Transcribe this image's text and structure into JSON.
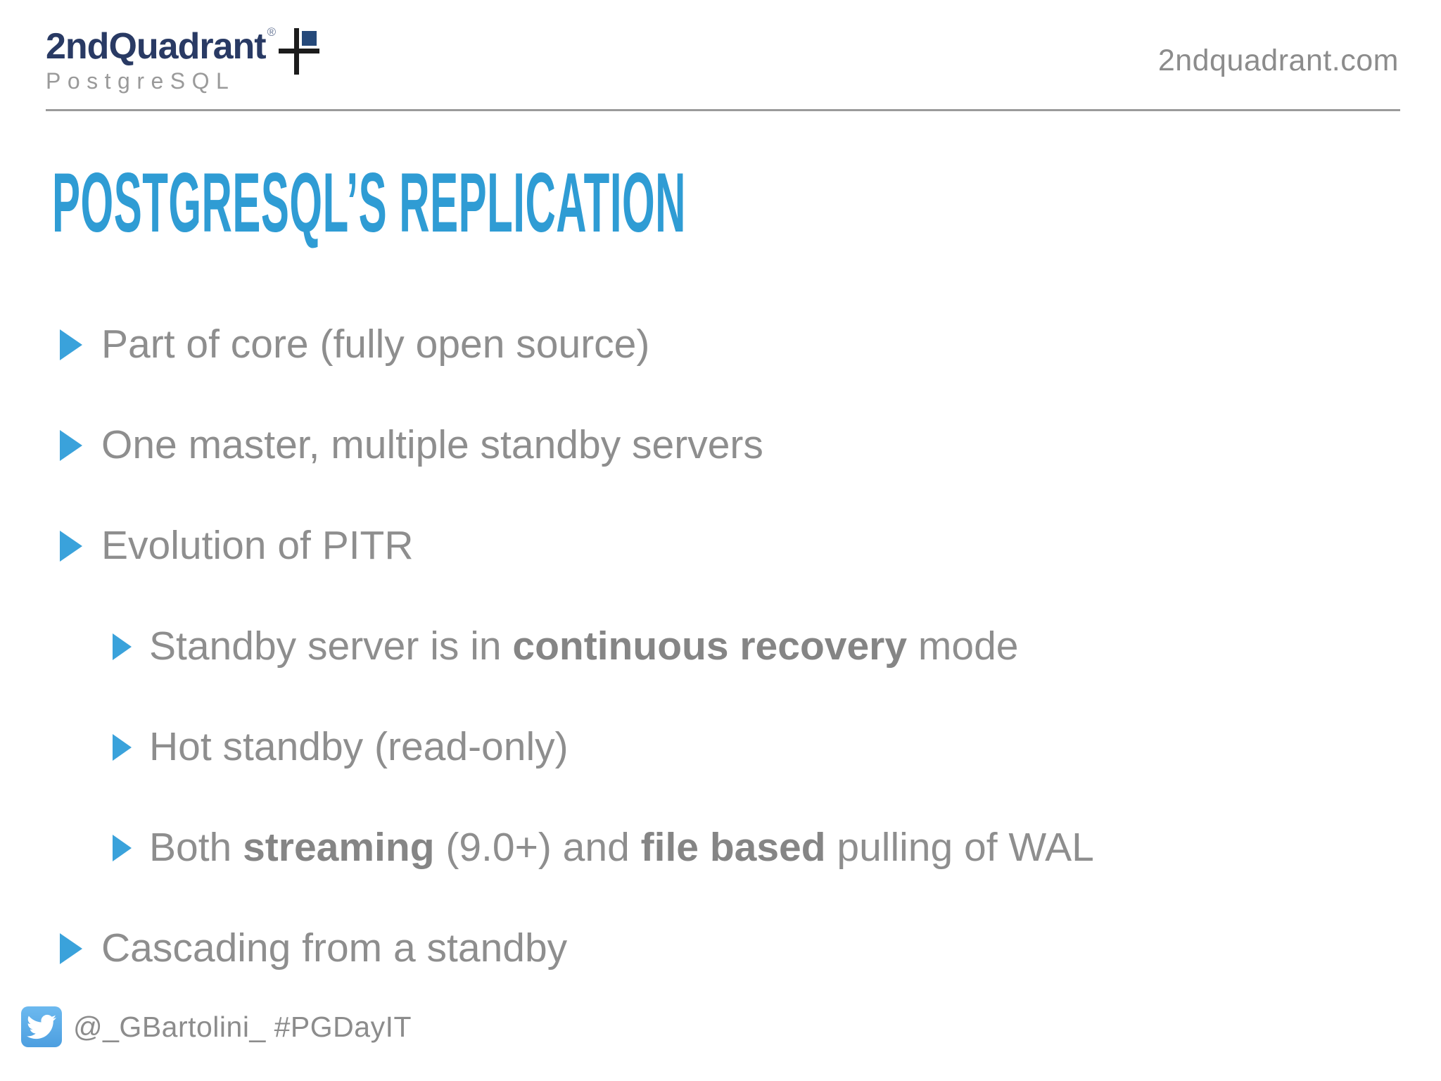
{
  "header": {
    "logo": {
      "brand": "2ndQuadrant",
      "sub": "PostgreSQL",
      "trademark": "®"
    },
    "site": "2ndquadrant.com"
  },
  "title": "POSTGRESQL’S REPLICATION",
  "bullets": [
    {
      "level": 1,
      "segments": [
        {
          "text": "Part of core (fully open source)",
          "bold": false
        }
      ]
    },
    {
      "level": 1,
      "segments": [
        {
          "text": "One master, multiple standby servers",
          "bold": false
        }
      ]
    },
    {
      "level": 1,
      "segments": [
        {
          "text": "Evolution of PITR",
          "bold": false
        }
      ]
    },
    {
      "level": 2,
      "segments": [
        {
          "text": "Standby server is in ",
          "bold": false
        },
        {
          "text": "continuous recovery",
          "bold": true
        },
        {
          "text": " mode",
          "bold": false
        }
      ]
    },
    {
      "level": 2,
      "segments": [
        {
          "text": "Hot standby (read-only)",
          "bold": false
        }
      ]
    },
    {
      "level": 2,
      "segments": [
        {
          "text": "Both ",
          "bold": false
        },
        {
          "text": "streaming",
          "bold": true
        },
        {
          "text": " (9.0+) and ",
          "bold": false
        },
        {
          "text": "file based",
          "bold": true
        },
        {
          "text": " pulling of WAL",
          "bold": false
        }
      ]
    },
    {
      "level": 1,
      "segments": [
        {
          "text": "Cascading from a standby",
          "bold": false
        }
      ]
    }
  ],
  "footer": {
    "twitter_icon": "twitter-bird-icon",
    "handle": "@_GBartolini_ #PGDayIT"
  },
  "colors": {
    "title_blue": "#2f9cd4",
    "bullet_blue": "#3aa2db",
    "body_gray": "#8e8e8e",
    "logo_navy": "#293a64",
    "logo_sub_gray": "#9a9a9a",
    "rule_gray": "#9b9b9b",
    "twitter_blue": "#55acee"
  }
}
